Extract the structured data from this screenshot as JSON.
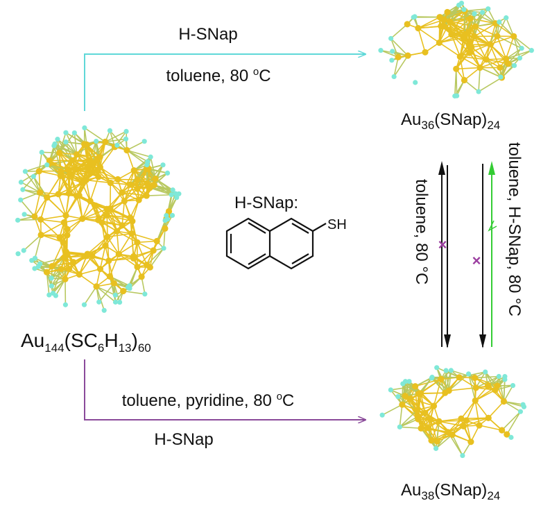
{
  "top_reaction": {
    "reagent": "H-SNap",
    "conditions": "toluene, 80 ",
    "degree": "o",
    "unit": "C"
  },
  "bottom_reaction": {
    "conditions": "toluene, pyridine, 80 ",
    "degree": "o",
    "unit": "C",
    "reagent": "H-SNap"
  },
  "reactant": {
    "base": "Au",
    "s1": "144",
    "mid1": "(SC",
    "s2": "6",
    "mid2": "H",
    "s3": "13",
    "mid3": ")",
    "s4": "60"
  },
  "product_top": {
    "base": "Au",
    "s1": "36",
    "mid": "(SNap)",
    "s2": "24"
  },
  "product_bottom": {
    "base": "Au",
    "s1": "38",
    "mid": "(SNap)",
    "s2": "24"
  },
  "ligand": {
    "title": "H-SNap:",
    "group": "SH"
  },
  "interconversion": {
    "left_conditions": "toluene, 80 °C",
    "right_conditions": "toluene, H-SNap, 80 °C",
    "blocked_mark": "×"
  },
  "colors": {
    "cyan_arrow": "#5fd8d8",
    "purple_arrow": "#8a4a9a",
    "green_arrow": "#33cc33",
    "gold": "#e8c020",
    "sulfur": "#7fe8d8",
    "cross": "#9b3fa0"
  }
}
